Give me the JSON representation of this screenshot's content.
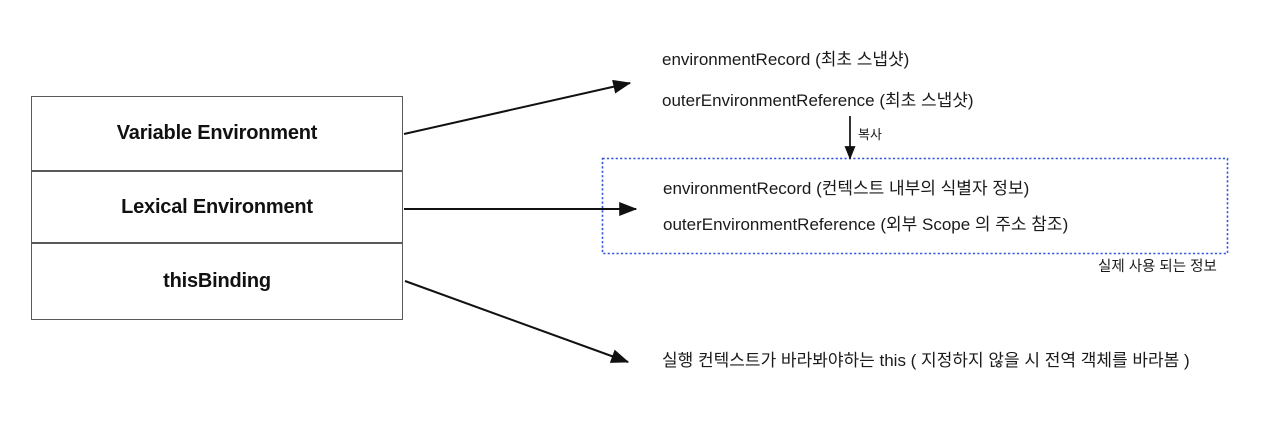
{
  "diagram": {
    "title": "Execution Context structure",
    "background_color": "#ffffff",
    "text_color": "#1a1a1a",
    "box_border_color": "#5a5a5a",
    "dotted_box_color": "#3355dd",
    "arrow_color": "#111111"
  },
  "stack": {
    "items": [
      {
        "label": "Variable Environment"
      },
      {
        "label": "Lexical Environment"
      },
      {
        "label": "thisBinding"
      }
    ]
  },
  "snapshot_block": {
    "lines": [
      "environmentRecord (최초 스냅샷)",
      "outerEnvironmentReference (최초 스냅샷)"
    ]
  },
  "copy_arrow": {
    "label": "복사"
  },
  "active_block": {
    "lines": [
      "environmentRecord (컨텍스트 내부의 식별자 정보)",
      "outerEnvironmentReference (외부 Scope 의 주소 참조)"
    ],
    "caption": "실제 사용 되는 정보"
  },
  "this_block": {
    "text": "실행 컨텍스트가 바라봐야하는 this ( 지정하지 않을 시 전역 객체를 바라봄 )"
  }
}
